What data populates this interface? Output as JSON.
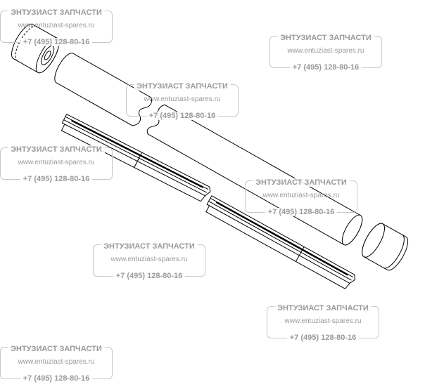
{
  "watermark": {
    "heading": "ЭНТУЗИАСТ ЗАПЧАСТИ",
    "url": "www.entuziast-spares.ru",
    "phone": "+7 (495) 128-80-16"
  },
  "colors": {
    "line": "#000000",
    "watermark": "#9a9a9a"
  }
}
